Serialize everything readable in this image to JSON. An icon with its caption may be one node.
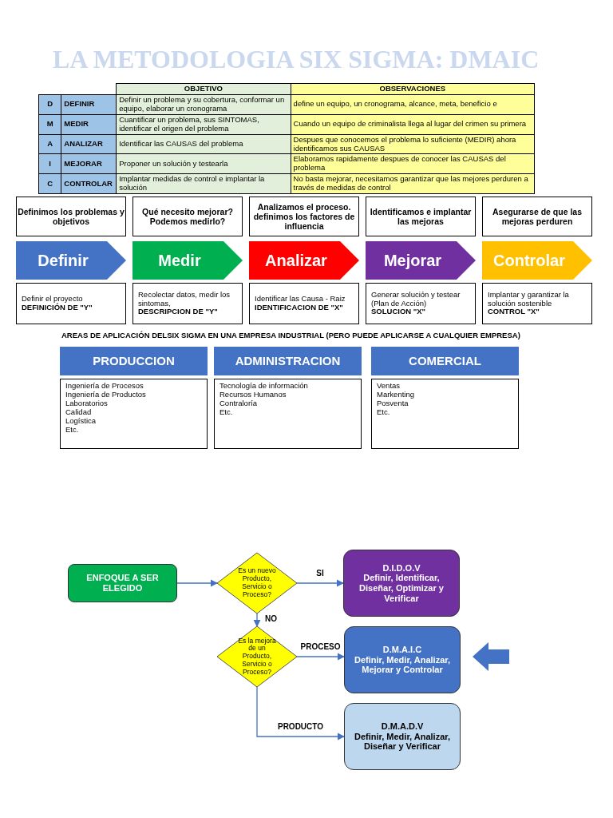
{
  "diagram": {
    "title": "LA METODOLOGIA SIX SIGMA: DMAIC",
    "nodes": [
      {
        "text": [
          "Definimos los problemas y objetivos"
        ]
      },
      {
        "text": [
          "Qué necesito mejorar? Podemos medirlo?"
        ]
      },
      {
        "text": [
          "Analizamos el proceso. definimos los factores de influencia"
        ]
      },
      {
        "text": [
          "Identificamos e implantar las mejoras"
        ]
      },
      {
        "text": [
          "Asegurarse de que las mejoras perduren"
        ]
      },
      {
        "text": [
          "Definir"
        ]
      },
      {
        "text": [
          "Medir"
        ]
      },
      {
        "text": [
          "Analizar"
        ]
      },
      {
        "text": [
          "Mejorar"
        ]
      },
      {
        "text": [
          "Controlar"
        ]
      },
      {
        "text": [
          "Definir el proyecto",
          "DEFINICIÓN DE \"Y\""
        ]
      },
      {
        "text": [
          "Recolectar datos, medir los sintomas,",
          "DESCRIPCION DE \"Y\""
        ]
      },
      {
        "text": [
          "Identificar las Causa - Raiz",
          "IDENTIFICACION DE \"X\""
        ]
      },
      {
        "text": [
          "Generar solución y testear (Plan de Acción)",
          "SOLUCION \"X\""
        ]
      },
      {
        "text": [
          "Implantar y garantizar la solución sostenible",
          "CONTROL \"X\""
        ]
      },
      {
        "text": [
          "PRODUCCION"
        ]
      },
      {
        "text": [
          "ADMINISTRACION"
        ]
      },
      {
        "text": [
          "COMERCIAL"
        ]
      },
      {
        "text": [
          "Ingeniería de Procesos",
          "Ingeniería de Productos",
          "Laboratorios",
          "Calidad",
          "Logística",
          "Etc."
        ]
      },
      {
        "text": [
          "Tecnología de información",
          "Recursos Humanos",
          "Contraloría",
          "Etc."
        ]
      },
      {
        "text": [
          "Ventas",
          "Markenting",
          "Posventa",
          "Etc."
        ]
      },
      {
        "text": [
          "ENFOQUE A SER ELEGIDO"
        ]
      },
      {
        "text": [
          "Es un nuevo Producto, Servicio o Proceso?"
        ]
      },
      {
        "text": [
          "D.I.D.O.V",
          "Definir, Identificar, Diseñar, Optimizar y Verificar"
        ]
      },
      {
        "text": [
          "Es la mejora de un Producto, Servicio o Proceso?"
        ]
      },
      {
        "text": [
          "D.M.A.I.C",
          "Definir, Medir, Analizar, Mejorar y Controlar"
        ]
      },
      {
        "text": [
          "D.M.A.D.V",
          "Definir, Medir, Analizar, Diseñar y Verificar"
        ]
      }
    ],
    "edges": [
      {
        "from": 21,
        "to": 22,
        "arrow": "to"
      },
      {
        "from": 22,
        "to": 23,
        "arrow": "to",
        "label": "SI"
      },
      {
        "from": 22,
        "to": 24,
        "arrow": "to",
        "label": "NO"
      },
      {
        "from": 24,
        "to": 25,
        "arrow": "to",
        "label": "PROCESO"
      },
      {
        "from": 24,
        "to": 26,
        "arrow": "to",
        "label": "PRODUCTO"
      }
    ],
    "labels": [
      "OBJETIVO",
      "OBSERVACIONES",
      "D",
      "DEFINIR",
      "Definir un problema y su cobertura, conformar un equipo, elaborar un cronograma",
      "define un equipo, un cronograma, alcance, meta, beneficio e",
      "M",
      "MEDIR",
      "Cuantificar un problema, sus SINTOMAS, identificar el origen del problema",
      "Cuando un equipo de criminalista llega al lugar del crimen su primera",
      "A",
      "ANALIZAR",
      "Identificar las CAUSAS del problema",
      "Despues que conocemos el problema lo suficiente (MEDIR) ahora identificamos sus CAUSAS",
      "I",
      "MEJORAR",
      "Proponer un solución y testearla",
      "Elaboramos rapidamente despues de conocer las CAUSAS del problema",
      "C",
      "CONTROLAR",
      "Implantar medidas de control e implantar la solución",
      "No basta mejorar, necesitamos garantizar que las mejores perduren a través de medidas de control",
      "AREAS DE APLICACIÓN DELSIX SIGMA EN UNA EMPRESA INDUSTRIAL (PERO PUEDE APLICARSE A CUALQUIER EMPRESA)"
    ]
  }
}
